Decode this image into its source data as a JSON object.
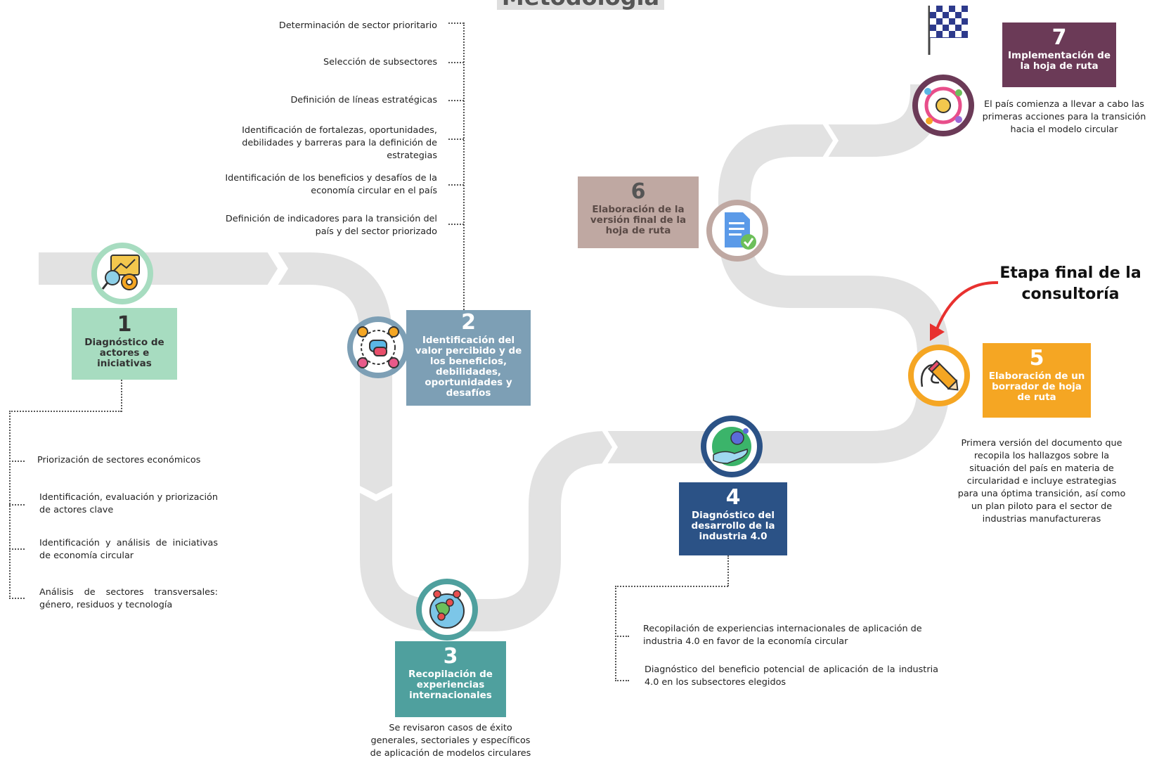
{
  "title": "Metodología",
  "stages": [
    {
      "number": "1",
      "label": "Diagnóstico de actores e iniciativas",
      "color": "#a7dcc0"
    },
    {
      "number": "2",
      "label": "Identificación del valor percibido y de los beneficios, debilidades, oportunidades y desafíos",
      "color": "#7d9fb5"
    },
    {
      "number": "3",
      "label": "Recopilación de experiencias internacionales",
      "color": "#4fa09e"
    },
    {
      "number": "4",
      "label": "Diagnóstico del desarrollo de la industria 4.0",
      "color": "#2b5286"
    },
    {
      "number": "5",
      "label": "Elaboración de un borrador de hoja de ruta",
      "color": "#f5a623"
    },
    {
      "number": "6",
      "label": "Elaboración de la versión final de la hoja de ruta",
      "color": "#bfa8a2"
    },
    {
      "number": "7",
      "label": "Implementación de la hoja de ruta",
      "color": "#6b3a57"
    }
  ],
  "stage1_items": [
    "Priorización de sectores económicos",
    "Identificación, evaluación y priorización de actores clave",
    "Identificación y análisis de iniciativas de economía circular",
    "Análisis de sectores transversales: género, residuos y tecnología"
  ],
  "stage2_items": [
    "Determinación de sector prioritario",
    "Selección de subsectores",
    "Definición de líneas estratégicas",
    "Identificación de fortalezas, oportunidades, debilidades y barreras para la definición de estrategias",
    "Identificación de los beneficios y desafíos de la economía circular en el país",
    "Definición de indicadores para la transición del país y del sector priorizado"
  ],
  "stage3_note": "Se revisaron casos de éxito generales, sectoriales y específicos de aplicación de modelos circulares",
  "stage4_items": [
    "Recopilación de experiencias internacionales de aplicación de industria 4.0 en favor de la economía circular",
    "Diagnóstico del beneficio potencial de aplicación de la industria 4.0 en los subsectores elegidos"
  ],
  "stage5_note": "Primera versión del documento que recopila los hallazgos sobre la situación del país en materia de circularidad e incluye estrategias para una óptima transición, así como un plan piloto para el sector de industrias manufactureras",
  "stage7_note": "El país comienza a llevar a cabo las primeras acciones para la transición hacia el modelo circular",
  "final_stage_label": "Etapa final de la consultoría",
  "icons": [
    "analysis-gear-icon",
    "people-chat-icon",
    "globe-pins-icon",
    "hand-globe-icon",
    "pen-signature-icon",
    "document-check-icon",
    "circular-economy-icon",
    "checkered-flag-icon"
  ],
  "colors": {
    "road": "#e2e2e2",
    "arrow": "#e8312f"
  }
}
